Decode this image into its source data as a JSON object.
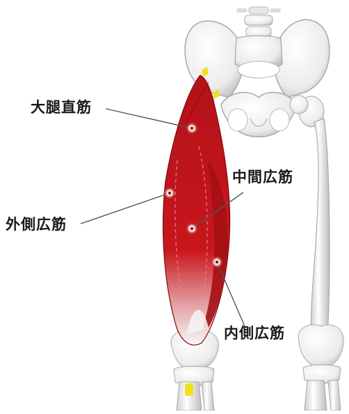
{
  "labels": {
    "rectus_femoris": "大腿直筋",
    "vastus_intermedius": "中間広筋",
    "vastus_lateralis": "外側広筋",
    "vastus_medialis": "内側広筋"
  },
  "colors": {
    "muscle": "#c0141a",
    "muscle_dark": "#8e0c10",
    "bone": "#f2f2f2",
    "bone_shade": "#c9c9c9",
    "leader_line": "#555555",
    "marker": "#f0e020"
  }
}
